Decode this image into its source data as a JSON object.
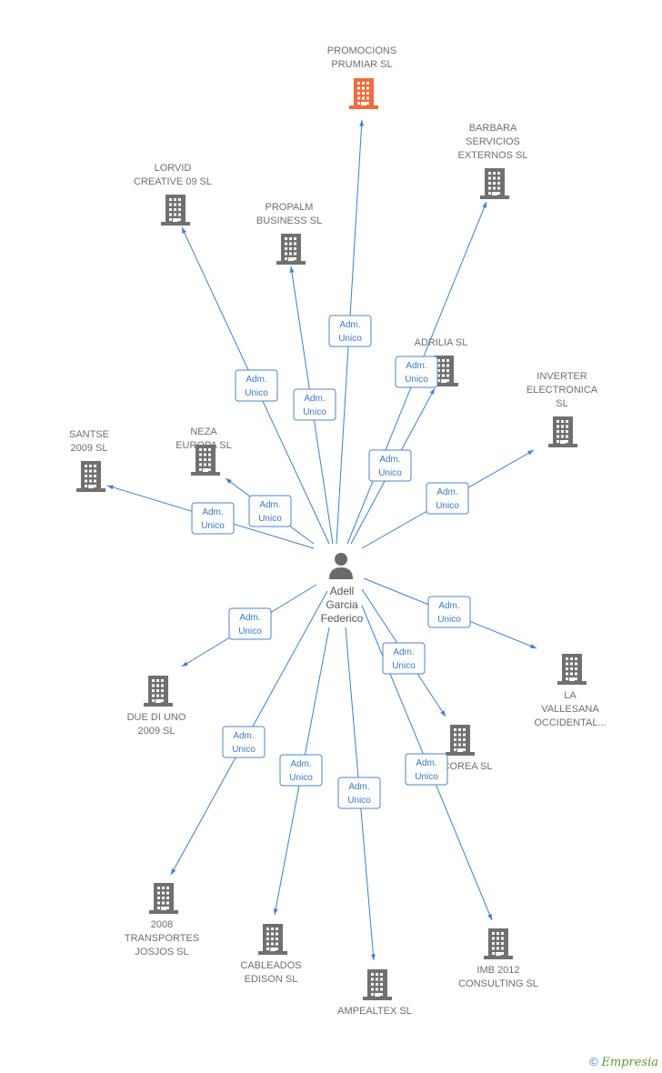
{
  "center": {
    "lines": [
      "Adell",
      "Garcia",
      "Federico"
    ],
    "icon": "person-icon"
  },
  "role_label": [
    "Adm.",
    "Unico"
  ],
  "colors": {
    "edge": "#3a7fd5",
    "building": "#707070",
    "highlight": "#f26a3d"
  },
  "companies": [
    {
      "id": "promocions-prumiar",
      "lines": [
        "PROMOCIONS",
        "PRUMIAR SL"
      ],
      "highlight": true,
      "icon": "building-icon"
    },
    {
      "id": "barbara-servicios",
      "lines": [
        "BARBARA",
        "SERVICIOS",
        "EXTERNOS SL"
      ],
      "icon": "building-icon"
    },
    {
      "id": "lorvid-creative",
      "lines": [
        "LORVID",
        "CREATIVE 09 SL"
      ],
      "icon": "building-icon"
    },
    {
      "id": "propalm-business",
      "lines": [
        "PROPALM",
        "BUSINESS SL"
      ],
      "icon": "building-icon"
    },
    {
      "id": "adrilia",
      "lines": [
        "ADRILIA SL"
      ],
      "icon": "building-icon"
    },
    {
      "id": "inverter-electronica",
      "lines": [
        "INVERTER",
        "ELECTRONICA",
        "SL"
      ],
      "icon": "building-icon"
    },
    {
      "id": "neza-europa",
      "lines": [
        "NEZA",
        "EUROPA SL"
      ],
      "icon": "building-icon"
    },
    {
      "id": "santse-2009",
      "lines": [
        "SANTSE",
        "2009 SL"
      ],
      "icon": "building-icon"
    },
    {
      "id": "due-di-uno",
      "lines": [
        "DUE DI UNO",
        "2009 SL"
      ],
      "icon": "building-icon"
    },
    {
      "id": "la-vallesana",
      "lines": [
        "LA",
        "VALLESANA",
        "OCCIDENTAL..."
      ],
      "icon": "building-icon"
    },
    {
      "id": "corea",
      "lines": [
        "COREA SL"
      ],
      "icon": "building-icon"
    },
    {
      "id": "transportes-josjos",
      "lines": [
        "2008",
        "TRANSPORTES",
        "JOSJOS SL"
      ],
      "icon": "building-icon"
    },
    {
      "id": "cableados-edison",
      "lines": [
        "CABLEADOS",
        "EDISON SL"
      ],
      "icon": "building-icon"
    },
    {
      "id": "ampealtex",
      "lines": [
        "AMPEALTEX SL"
      ],
      "icon": "building-icon"
    },
    {
      "id": "imb-2012",
      "lines": [
        "IMB 2012",
        "CONSULTING SL"
      ],
      "icon": "building-icon"
    }
  ],
  "footer": {
    "copyright": "©",
    "brand": "Empresia"
  }
}
